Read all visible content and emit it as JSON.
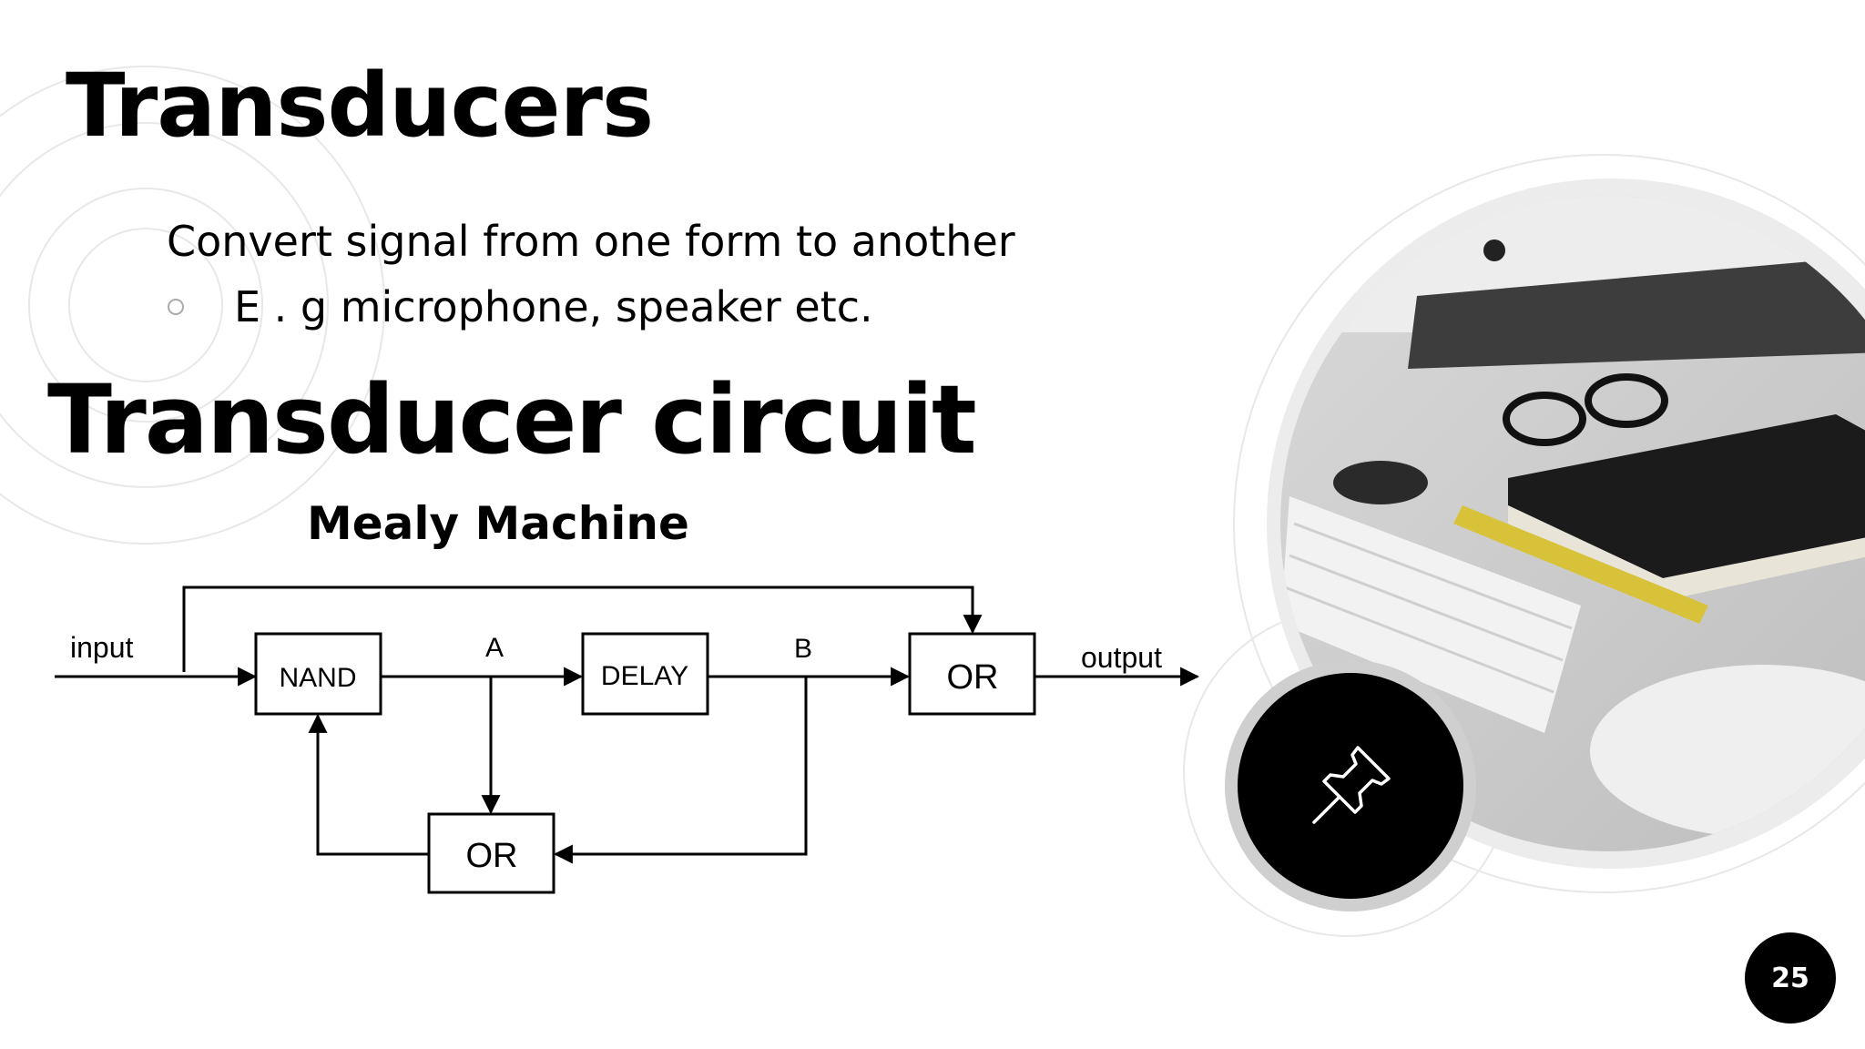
{
  "slide": {
    "title": "Transducers",
    "bullet_main": "Convert signal from one form to another",
    "bullet_sub": "E . g microphone, speaker etc.",
    "subtitle": "Transducer circuit",
    "page_number": "25"
  },
  "diagram": {
    "title": "Mealy Machine",
    "input_label": "input",
    "output_label": "output",
    "label_a": "A",
    "label_b": "B",
    "nand": "NAND",
    "delay": "DELAY",
    "or_top": "OR",
    "or_bottom": "OR"
  },
  "icons": {
    "pin": "pushpin-icon",
    "bullet": "hollow-circle-bullet-icon"
  },
  "colors": {
    "background": "#ffffff",
    "text": "#000000",
    "decor_rings": "#e6e6e6",
    "badge": "#000000"
  }
}
